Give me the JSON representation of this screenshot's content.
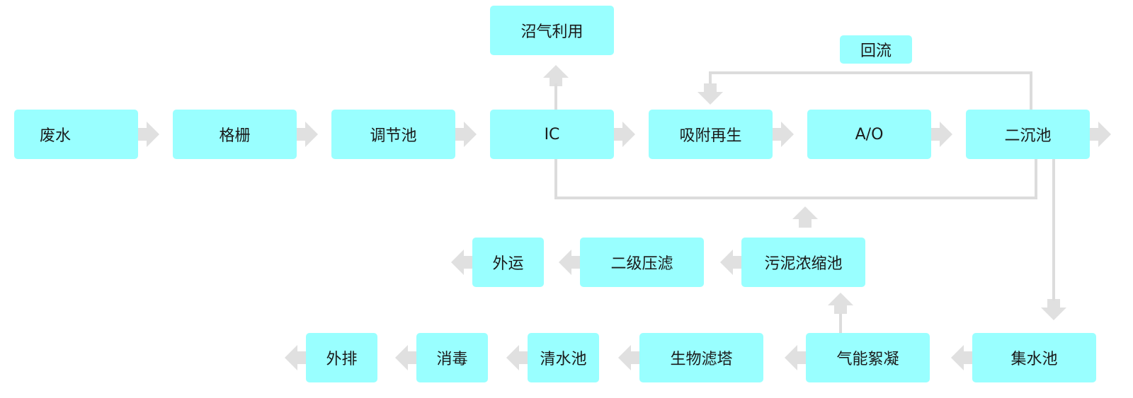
{
  "colors": {
    "node_fill": "#99ffff",
    "arrow": "#e0e0e0",
    "line": "#dcdcdc",
    "text": "#1a1a1a"
  },
  "nodes": {
    "feishui": "废水",
    "geshan": "格栅",
    "tiaojiechi": "调节池",
    "ic": "IC",
    "xifu": "吸附再生",
    "ao": "A/O",
    "erchenchi": "二沉池",
    "zhaoqi": "沼气利用",
    "huiliu": "回流",
    "wuni": "污泥浓缩池",
    "erjiyalv": "二级压滤",
    "waiyun": "外运",
    "jishuichi": "集水池",
    "qineng": "气能絮凝",
    "shengwu": "生物滤塔",
    "qingshuichi": "清水池",
    "xiaodu": "消毒",
    "waipai": "外排"
  }
}
